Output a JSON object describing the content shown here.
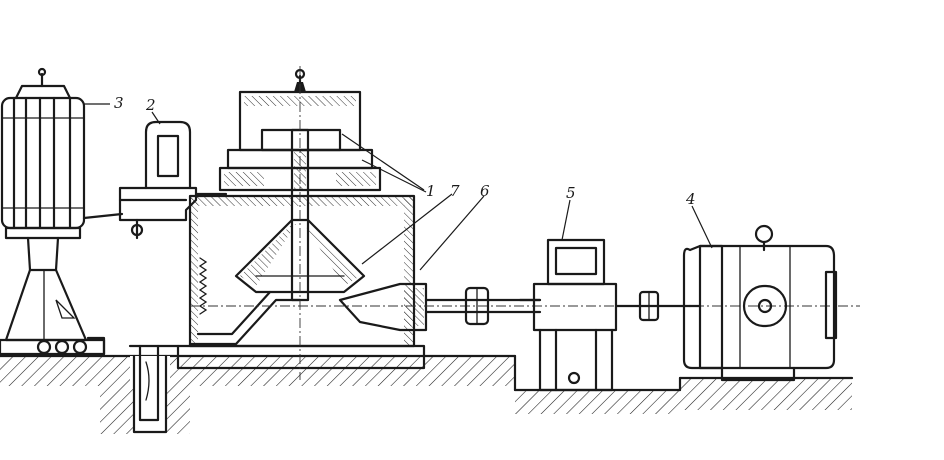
{
  "callouts": [
    {
      "id": "1",
      "label": "1"
    },
    {
      "id": "2",
      "label": "2"
    },
    {
      "id": "3",
      "label": "3"
    },
    {
      "id": "4",
      "label": "4"
    },
    {
      "id": "5",
      "label": "5"
    },
    {
      "id": "6",
      "label": "6"
    },
    {
      "id": "7",
      "label": "7"
    }
  ],
  "colors": {
    "ink": "#1a1a1a",
    "paper": "#ffffff"
  }
}
